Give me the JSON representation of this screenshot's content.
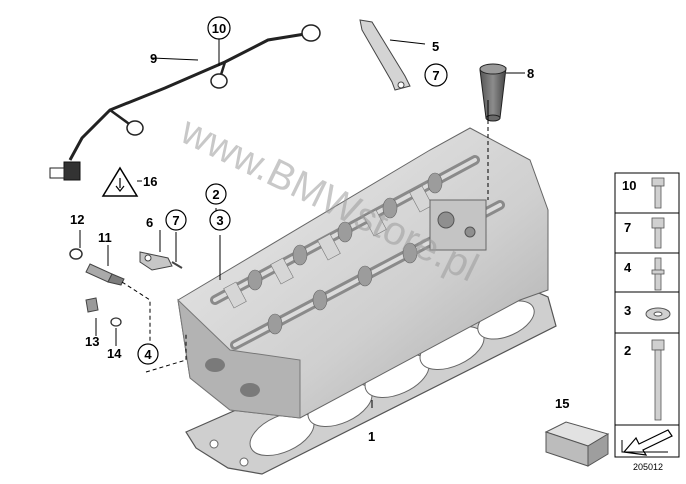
{
  "callouts": {
    "c1": "1",
    "c2": "2",
    "c3": "3",
    "c4": "4",
    "c5": "5",
    "c6": "6",
    "c7a": "7",
    "c7b": "7",
    "c8": "8",
    "c9": "9",
    "c10": "10",
    "c11": "11",
    "c12": "12",
    "c13": "13",
    "c14": "14",
    "c15": "15",
    "c16": "16"
  },
  "legend": [
    "10",
    "7",
    "4",
    "3",
    "2"
  ],
  "watermark": "www.BMWstore.pl",
  "diagram_id": "205012",
  "colors": {
    "part_fill": "#d9d9d9",
    "part_dark": "#9a9a9a",
    "gasket": "#bdbdbd",
    "line": "#000000"
  },
  "icons": [
    "warning-triangle-icon",
    "direction-arrow-icon"
  ]
}
